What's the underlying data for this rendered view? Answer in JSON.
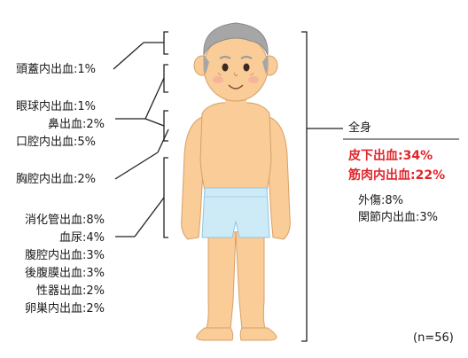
{
  "left_labels": [
    {
      "text": "頭蓋内出血:1%"
    },
    {
      "text": "眼球内出血:1%"
    },
    {
      "text": "鼻出血:2%"
    },
    {
      "text": "口腔内出血:5%"
    },
    {
      "text": "胸腔内出血:2%"
    },
    {
      "text": "消化管出血:8%"
    },
    {
      "text": "血尿:4%"
    },
    {
      "text": "腹腔内出血:3%"
    },
    {
      "text": "後腹膜出血:3%"
    },
    {
      "text": "性器出血:2%"
    },
    {
      "text": "卵巣内出血:2%"
    }
  ],
  "right_panel": {
    "heading": "全身",
    "major": [
      "皮下出血:34%",
      "筋肉内出血:22%"
    ],
    "minor": [
      "外傷:8%",
      "関節内出血:3%"
    ]
  },
  "sample_size": "(n=56)",
  "colors": {
    "highlight": "#e0262b",
    "skin": "#f9cc98",
    "shorts": "#cdeaf7",
    "hair": "#a6a6a6"
  }
}
